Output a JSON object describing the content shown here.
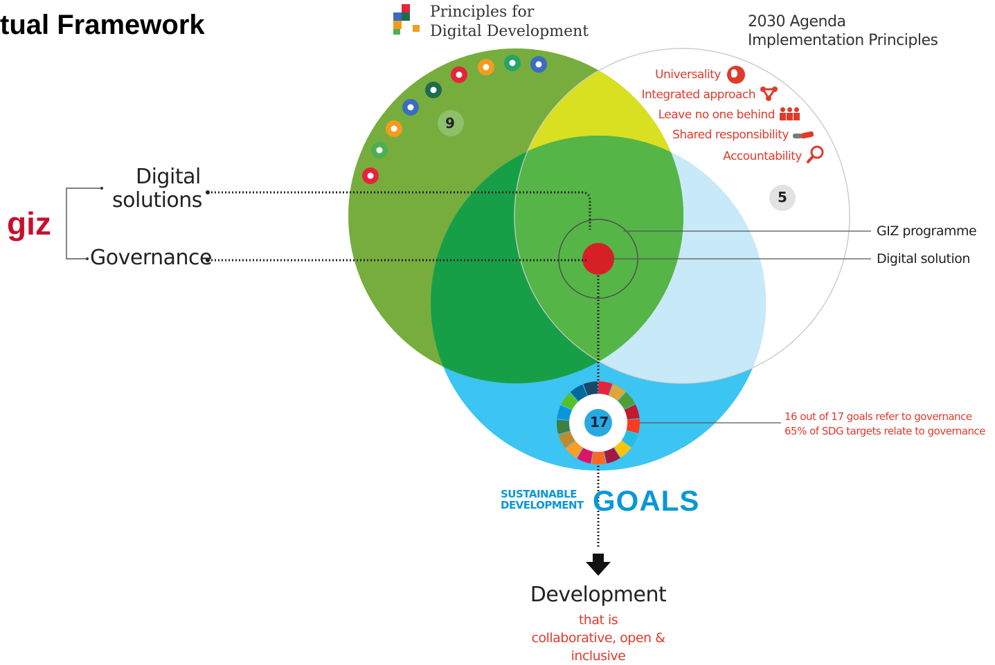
{
  "title": "tual Framework",
  "giz_logo": "giz",
  "labels": {
    "digital_solutions": [
      "Digital",
      "solutions"
    ],
    "governance": "Governance",
    "giz_programme": "GIZ programme",
    "digital_solution": "Digital solution"
  },
  "pdd": {
    "line1": "Principles for",
    "line2": "Digital Development",
    "count": "9",
    "icon_colors": [
      "#e5243b",
      "#4caf50",
      "#f39c1f",
      "#3a6dbf",
      "#1f6b4f",
      "#e5243b",
      "#f39c1f",
      "#27a36a",
      "#3a6dbf"
    ]
  },
  "agenda": {
    "line1": "2030 Agenda",
    "line2": "Implementation Principles",
    "count": "5",
    "principles": [
      {
        "label": "Universality",
        "icon": "globe-icon"
      },
      {
        "label": "Integrated approach",
        "icon": "network-icon"
      },
      {
        "label": "Leave no one behind",
        "icon": "people-icon"
      },
      {
        "label": "Shared responsibility",
        "icon": "handshake-icon"
      },
      {
        "label": "Accountability",
        "icon": "magnifier-icon"
      }
    ]
  },
  "sdg": {
    "count": "17",
    "note_line1": "16 out of 17 goals refer to governance",
    "note_line2": "65% of SDG targets relate to governance",
    "logo_line1": "SUSTAINABLE",
    "logo_line2": "DEVELOPMENT",
    "logo_goals": "GOALS",
    "wheel_colors": [
      "#e5243b",
      "#dda63a",
      "#4c9f38",
      "#c5192d",
      "#ff3a21",
      "#26bde2",
      "#fcc30b",
      "#a21942",
      "#fd6925",
      "#dd1367",
      "#fd9d24",
      "#bf8b2e",
      "#3f7e44",
      "#0a97d9",
      "#56c02b",
      "#00689d",
      "#19486a"
    ]
  },
  "development": {
    "title": "Development",
    "line1": "that is",
    "line2": "collaborative, open &",
    "line3": "inclusive"
  },
  "colors": {
    "green_circle": "#6fa832",
    "blue_circle": "#3cc4f2",
    "white_circle_stroke": "#cfcfcf",
    "overlap_green": "#55b547",
    "yellow_overlap": "#d8e01f",
    "red_center": "#d71f26",
    "accent_red": "#e03a2a"
  }
}
